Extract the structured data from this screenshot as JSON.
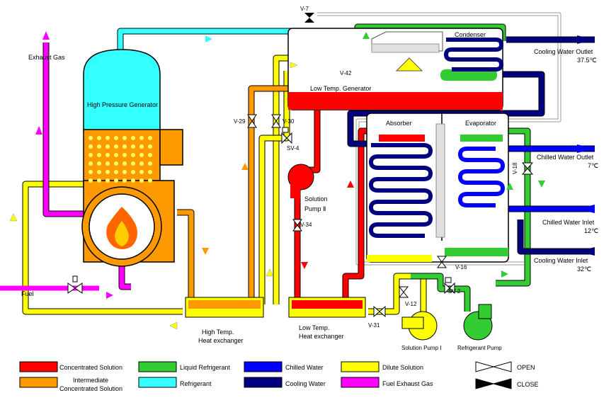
{
  "colors": {
    "concentrated": "#ff0000",
    "intermediate": "#ff9900",
    "liquid_refrigerant": "#33cc33",
    "refrigerant": "#33ffff",
    "chilled_water": "#0000ff",
    "cooling_water": "#000080",
    "dilute": "#ffff00",
    "fuel_exhaust": "#ff00ff",
    "outline": "#808080"
  },
  "labels": {
    "exhaust_gas": "Exhaust Gas",
    "high_pressure_generator": "High Pressure Generator",
    "fuel": "Fuel",
    "condenser": "Condenser",
    "low_temp_generator": "Low Temp. Generator",
    "absorber": "Absorber",
    "evaporator": "Evaporator",
    "solution_pump_2_line1": "Solution",
    "solution_pump_2_line2": "Pump Ⅱ",
    "solution_pump_1": "Solution Pump Ⅰ",
    "refrigerant_pump": "Refrigerant Pump",
    "high_hx_line1": "High Temp.",
    "high_hx_line2": "Heat exchanger",
    "low_hx_line1": "Low Temp.",
    "low_hx_line2": "Heat exchanger",
    "cooling_water_outlet": "Cooling Water Outlet",
    "cooling_water_outlet_temp": "37.5℃",
    "chilled_water_outlet": "Chilled Water Outlet",
    "chilled_water_outlet_temp": "7℃",
    "chilled_water_inlet": "Chilled Water Inlet",
    "chilled_water_inlet_temp": "12℃",
    "cooling_water_inlet": "Cooling Water Inlet",
    "cooling_water_inlet_temp": "32℃"
  },
  "valves": {
    "v7": "V-7",
    "v42": "V-42",
    "v29": "V-29",
    "v30": "V-30",
    "sv4": "SV-4",
    "v34": "V-34",
    "v18": "V-18",
    "v16": "V-16",
    "sv2": "SV-2",
    "v12": "V-12",
    "v31": "V-31"
  },
  "legend": {
    "items": [
      {
        "label": "Concentrated Solution",
        "color": "#ff0000"
      },
      {
        "label": "Liquid Refrigerant",
        "color": "#33cc33"
      },
      {
        "label": "Chilled Water",
        "color": "#0000ff"
      },
      {
        "label": "Dilute Solution",
        "color": "#ffff00"
      },
      {
        "label_line1": "Intermediate",
        "label_line2": "Concentrated Solution",
        "color": "#ff9900"
      },
      {
        "label": "Refrigerant",
        "color": "#33ffff"
      },
      {
        "label": "Cooling Water",
        "color": "#000080"
      },
      {
        "label": "Fuel Exhaust Gas",
        "color": "#ff00ff"
      }
    ],
    "open": "OPEN",
    "close": "CLOSE"
  }
}
